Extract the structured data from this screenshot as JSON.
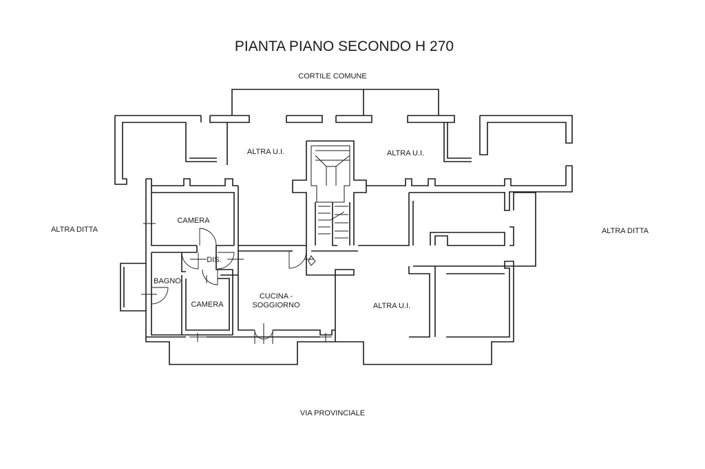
{
  "title": "PIANTA PIANO SECONDO H 270",
  "surroundings": {
    "north": "CORTILE COMUNE",
    "south": "VIA PROVINCIALE",
    "west": "ALTRA DITTA",
    "east": "ALTRA DITTA"
  },
  "rooms": {
    "other_unit_nw": "ALTRA U.I.",
    "other_unit_ne": "ALTRA U.I.",
    "other_unit_se": "ALTRA U.I.",
    "camera_1": "CAMERA",
    "camera_2": "CAMERA",
    "disimpegno": "DIS.",
    "bagno": "BAGNO",
    "cucina_line1": "CUCINA -",
    "cucina_line2": "SOGGIORNO"
  }
}
